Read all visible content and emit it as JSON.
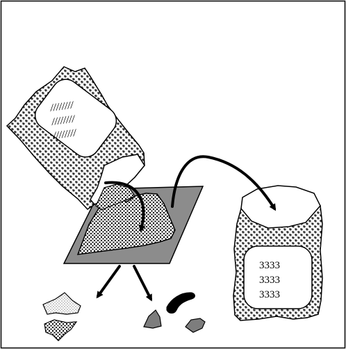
{
  "source_bag": {
    "label_lines": [
      "////////",
      "////////",
      "////////"
    ]
  },
  "destination_bag": {
    "label_lines": [
      "3333",
      "3333",
      "3333"
    ]
  },
  "colors": {
    "frame": "#000000",
    "tray": "#8c8c8c",
    "fragment": "#7d7d7d",
    "background": "#ffffff"
  }
}
